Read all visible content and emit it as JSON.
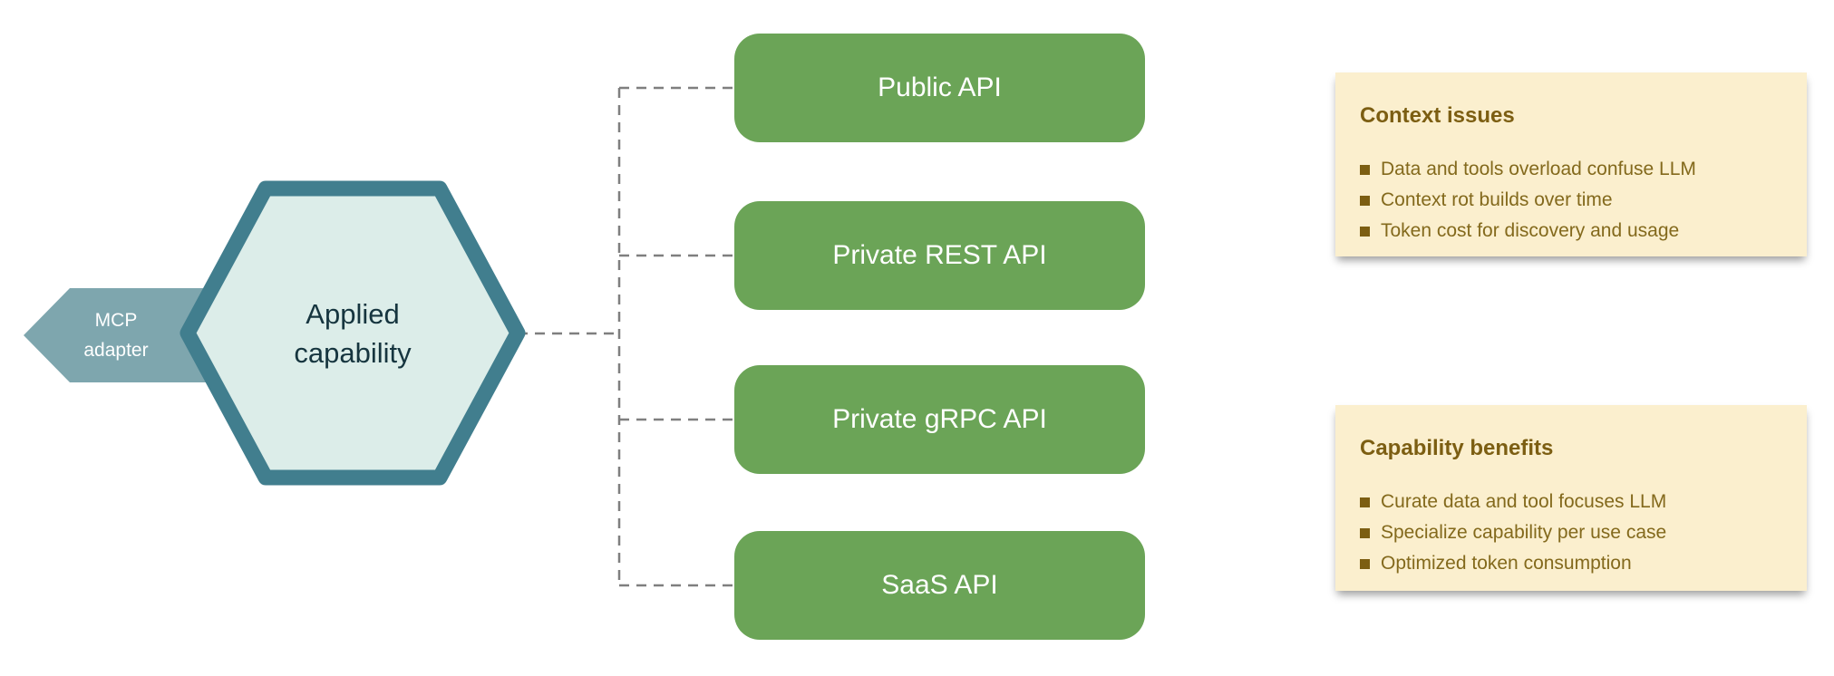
{
  "hexagon": {
    "line1": "Applied",
    "line2": "capability"
  },
  "adapter": {
    "line1": "MCP",
    "line2": "adapter"
  },
  "api_nodes": [
    {
      "label": "Public API"
    },
    {
      "label": "Private REST API"
    },
    {
      "label": "Private gRPC API"
    },
    {
      "label": "SaaS API"
    }
  ],
  "notes": [
    {
      "title": "Context issues",
      "bullets": [
        "Data and tools overload confuse LLM",
        "Context rot builds over time",
        "Token cost for discovery and usage"
      ]
    },
    {
      "title": "Capability benefits",
      "bullets": [
        "Curate data and tool focuses LLM",
        "Specialize capability per use case",
        "Optimized token consumption"
      ]
    }
  ],
  "colors": {
    "node_green": "#6ba457",
    "hex_border": "#417e8e",
    "hex_fill": "#dcede9",
    "hex_text": "#16353f",
    "adapter_fill": "#7ea6ae",
    "connector_gray": "#7f7f7f",
    "note_bg": "#fbefce",
    "note_title": "#7c5e12",
    "note_text": "#83691c"
  }
}
